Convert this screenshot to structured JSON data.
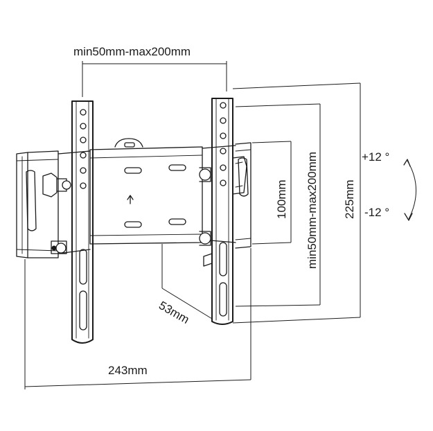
{
  "labels": {
    "top_width": "min50mm-max200mm",
    "vertical_range": "min50mm-max200mm",
    "inner_height": "100mm",
    "total_height": "225mm",
    "tilt_up": "+12 °",
    "tilt_down": "-12 °",
    "depth": "53mm",
    "total_width": "243mm"
  }
}
